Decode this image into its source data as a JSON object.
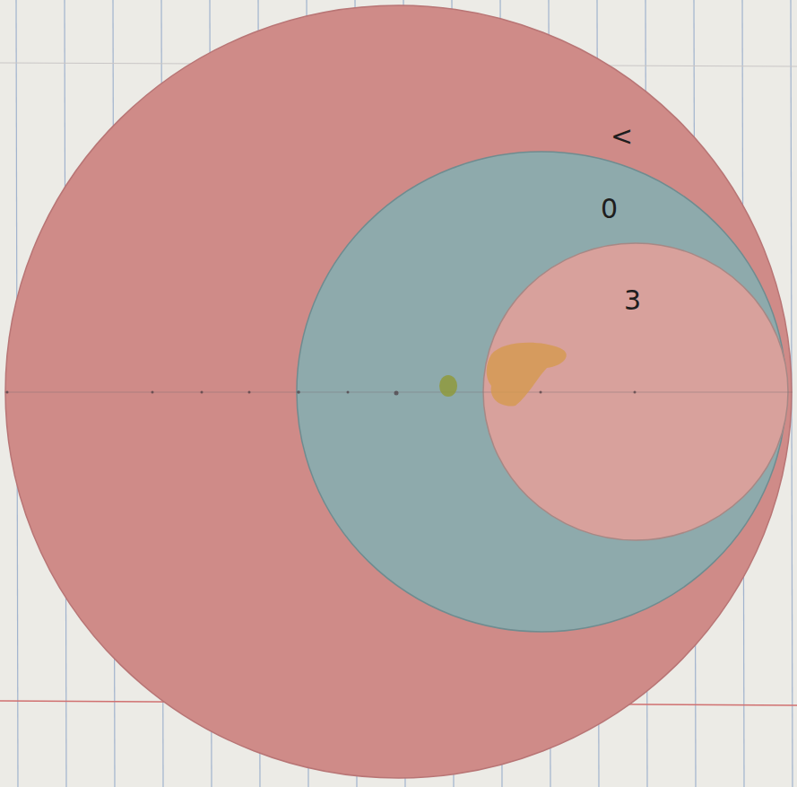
{
  "diagram": {
    "nodes": [
      {
        "text": [
          "<"
        ]
      },
      {
        "text": [
          "0"
        ],
        "in": 0
      },
      {
        "text": [
          "3"
        ],
        "in": 1
      }
    ]
  }
}
